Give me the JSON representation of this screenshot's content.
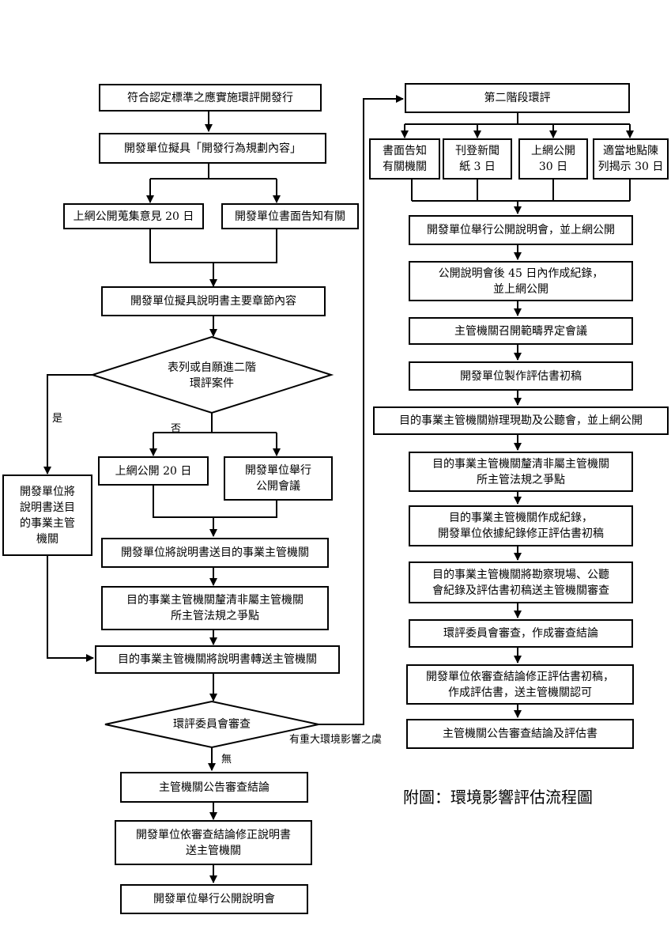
{
  "nodes": {
    "l_start": "符合認定標準之應實施環評開發行",
    "l_plan": "開發單位擬具「開發行為規劃內容」",
    "l_online20": "上網公開蒐集意見 20 日",
    "l_notify": "開發單位書面告知有關",
    "l_draft": "開發單位擬具說明書主要章節內容",
    "l_decision1": "表列或自願進二階\n環評案件",
    "l_online20b": "上網公開 20 日",
    "l_meeting": "開發單位舉行\n公開會議",
    "l_yes_box": "開發單位將\n說明書送目\n的事業主管\n機關",
    "l_send": "開發單位將說明書送目的事業主管機關",
    "l_clarify": "目的事業主管機關釐清非屬主管機關\n所主管法規之爭點",
    "l_forward": "目的事業主管機關將說明書轉送主管機關",
    "l_decision2": "環評委員會審查",
    "l_announce": "主管機關公告審查結論",
    "l_revise": "開發單位依審查結論修正說明書\n送主管機關",
    "l_final": "開發單位舉行公開說明會",
    "r_stage2": "第二階段環評",
    "r_p1": "書面告知\n有關機關",
    "r_p2": "刊登新聞\n紙 3 日",
    "r_p3": "上網公開\n30 日",
    "r_p4": "適當地點陳\n列揭示 30 日",
    "r_1": "開發單位舉行公開說明會，並上網公開",
    "r_2": "公開說明會後 45 日內作成紀錄，\n並上網公開",
    "r_3": "主管機關召開範疇界定會議",
    "r_4": "開發單位製作評估書初稿",
    "r_5": "目的事業主管機關辦理現勘及公聽會，並上網公開",
    "r_6": "目的事業主管機關釐清非屬主管機關\n所主管法規之爭點",
    "r_7": "目的事業主管機關作成紀錄，\n開發單位依據紀錄修正評估書初稿",
    "r_8": "目的事業主管機關將勘察現場、公聽\n會紀錄及評估書初稿送主管機關審查",
    "r_9": "環評委員會審查，作成審查結論",
    "r_10": "開發單位依審查結論修正評估書初稿，\n作成評估書，送主管機關認可",
    "r_11": "主管機關公告審查結論及評估書"
  },
  "labels": {
    "yes": "是",
    "no": "否",
    "significant": "有重大環境影響之虞",
    "none": "無"
  },
  "caption": "附圖：環境影響評估流程圖"
}
